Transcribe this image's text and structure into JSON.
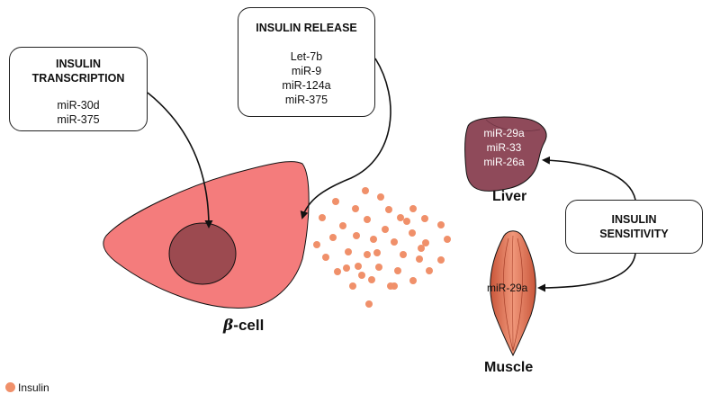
{
  "colors": {
    "cell": "#f47c7c",
    "nucleus": "#9c4a50",
    "insulin_dot": "#f0906a",
    "liver": "#8f4a5a",
    "muscle": "#e0734f"
  },
  "insulin_transcription": {
    "title": "INSULIN TRANSCRIPTION",
    "mirs": [
      "miR-30d",
      "miR-375"
    ]
  },
  "insulin_release": {
    "title": "INSULIN RELEASE",
    "mirs": [
      "Let-7b",
      "miR-9",
      "miR-124a",
      "miR-375"
    ]
  },
  "insulin_sensitivity": {
    "title": "INSULIN SENSITIVITY"
  },
  "liver": {
    "label": "Liver",
    "mirs": [
      "miR-29a",
      "miR-33",
      "miR-26a"
    ]
  },
  "muscle": {
    "label": "Muscle",
    "mir": "miR-29a"
  },
  "beta_cell": {
    "symbol": "β",
    "suffix": "-cell"
  },
  "legend": {
    "label": "Insulin"
  }
}
